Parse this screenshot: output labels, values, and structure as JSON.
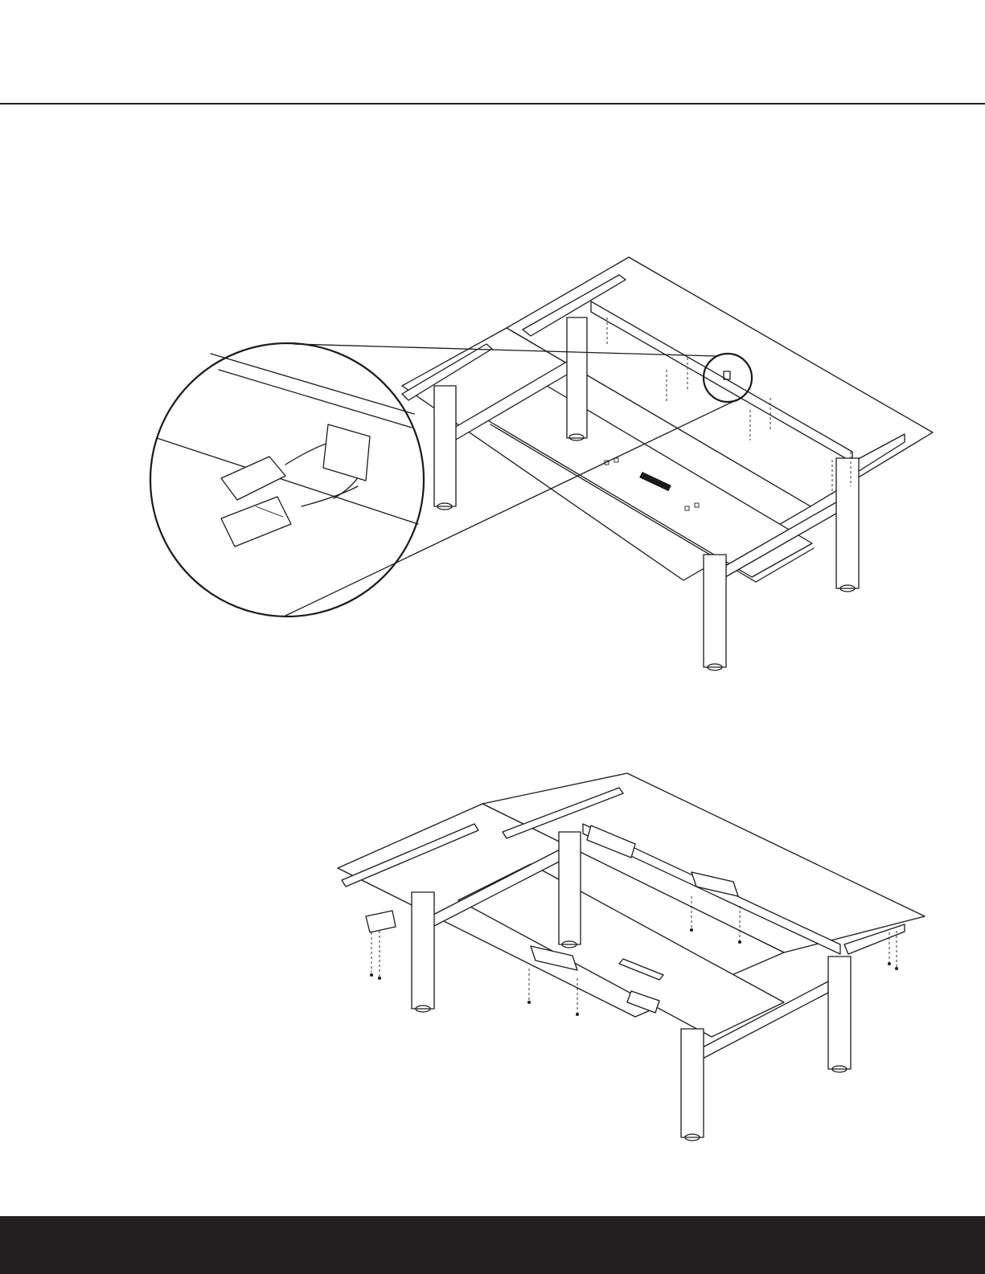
{
  "page": {
    "header_rule_color": "#222222",
    "footer_color": "#231f20"
  },
  "figures": [
    {
      "id": "upper-assembly",
      "icon": "desk-frame-with-connector-detail"
    },
    {
      "id": "lower-assembly",
      "icon": "desk-frame-with-control-boxes"
    }
  ]
}
